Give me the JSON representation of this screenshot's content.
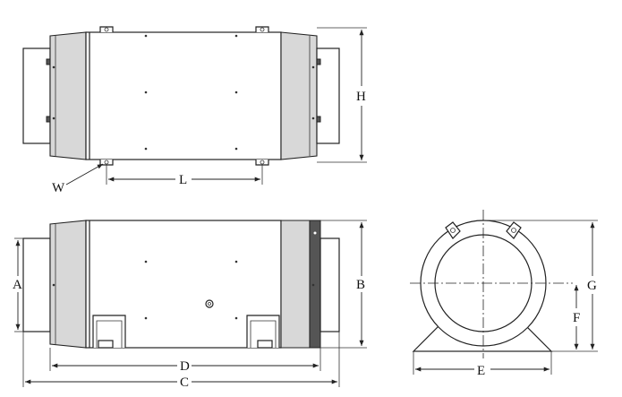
{
  "labels": {
    "W": "W",
    "L": "L",
    "H": "H",
    "A": "A",
    "B": "B",
    "D": "D",
    "C": "C",
    "E": "E",
    "F": "F",
    "G": "G"
  },
  "colors": {
    "line": "#222222",
    "flange_shade": "#d8d8d8",
    "background": "#ffffff"
  }
}
